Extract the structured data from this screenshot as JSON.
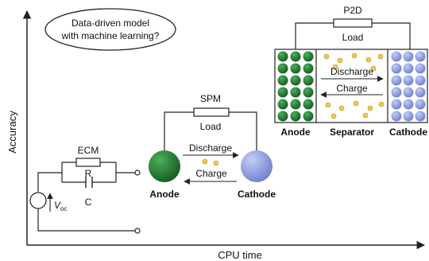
{
  "axes": {
    "x_label": "CPU time",
    "y_label": "Accuracy"
  },
  "callout": {
    "line1": "Data-driven model",
    "line2": "with machine learning?"
  },
  "ecm": {
    "title": "ECM",
    "resistor": "R",
    "capacitor": "C",
    "voltage_symbol": "V",
    "voltage_subscript": "oc"
  },
  "spm": {
    "title": "SPM",
    "load": "Load",
    "discharge": "Discharge",
    "charge": "Charge",
    "anode": "Anode",
    "cathode": "Cathode"
  },
  "p2d": {
    "title": "P2D",
    "load": "Load",
    "discharge": "Discharge",
    "charge": "Charge",
    "anode": "Anode",
    "separator": "Separator",
    "cathode": "Cathode"
  },
  "colors": {
    "anode": "#1e7a2c",
    "cathode": "#8c9be0",
    "electrolyte_ion": "#f2c94c",
    "electrode_bg": "#ffffff",
    "line": "#222222"
  }
}
